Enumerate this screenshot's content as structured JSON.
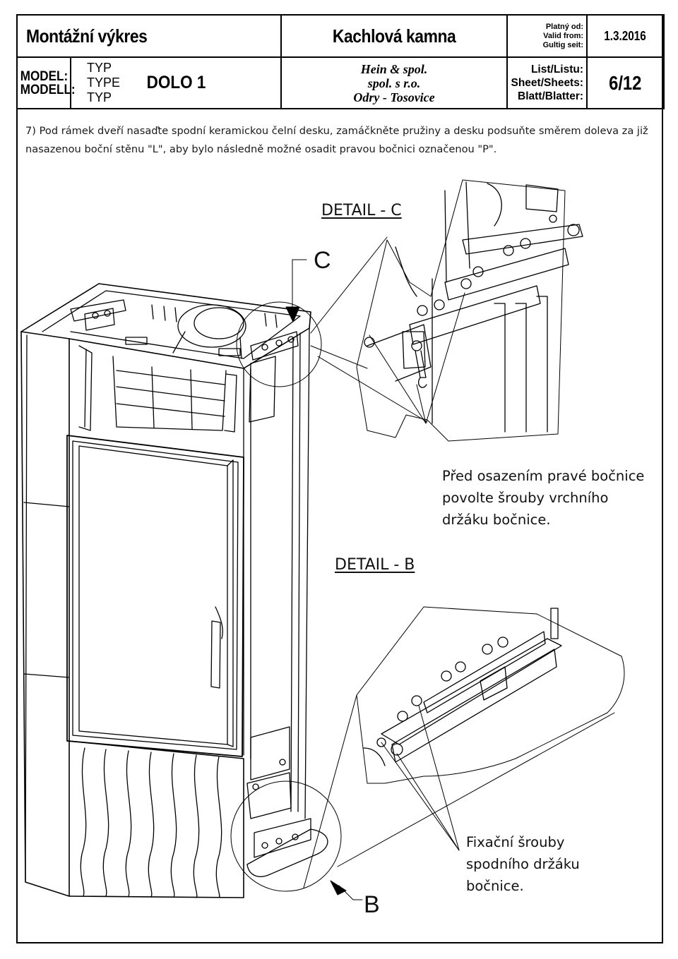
{
  "header": {
    "doc_type": "Montážní výkres",
    "product": "Kachlová kamna",
    "model_label_1": "MODEL:",
    "model_label_2": "MODELL:",
    "type_labels": [
      "TYP",
      "TYPE",
      "TYP"
    ],
    "model_name": "DOLO 1",
    "company_lines": [
      "Hein & spol.",
      "spol. s r.o.",
      "Odry - Tosovice"
    ],
    "valid_labels": [
      "Platný od:",
      "Valid from:",
      "Gultig seit:"
    ],
    "valid_date": "1.3.2016",
    "sheet_labels": [
      "List/Listu:",
      "Sheet/Sheets:",
      "Blatt/Blatter:"
    ],
    "sheet_number": "6/12"
  },
  "instruction": "7) Pod rámek dveří nasaďte spodní keramickou čelní desku, zamáčkněte pružiny a desku podsuňte směrem doleva za již nasazenou boční stěnu \"L\", aby bylo následně možné osadit pravou bočnici označenou \"P\".",
  "drawing": {
    "detail_c_title": "DETAIL - C",
    "detail_c_marker": "C",
    "detail_b_title": "DETAIL - B",
    "detail_b_marker": "B",
    "note_upper": "Před osazením pravé bočnice povolte šrouby vrchního držáku bočnice.",
    "note_lower": "Fixační šrouby spodního držáku bočnice."
  }
}
